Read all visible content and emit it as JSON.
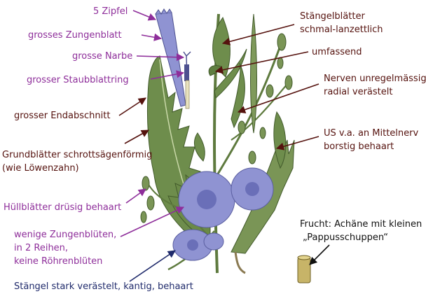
{
  "labels": {
    "zipfel": "5 Zipfel",
    "zungenblatt": "grosses Zungenblatt",
    "narbe": "grosse Narbe",
    "staubblattring": "grosser Staubblattring",
    "endabschnitt": "grosser Endabschnitt",
    "grundblaetter_1": "Grundblätter schrottsägenförmig",
    "grundblaetter_2": "(wie Löwenzahn)",
    "huellblaetter": "Hüllblätter drüsig behaart",
    "zungenblueten_1": "wenige Zungenblüten,",
    "zungenblueten_2": "in 2 Reihen,",
    "zungenblueten_3": "keine Röhrenblüten",
    "staengel": "Stängel stark verästelt, kantig, behaart",
    "staengelblaetter_1": "Stängelblätter",
    "staengelblaetter_2": "schmal-lanzettlich",
    "umfassend": "umfassend",
    "nerven_1": "Nerven unregelmässig",
    "nerven_2": "radial verästelt",
    "us_1": "US v.a. an Mittelnerv",
    "us_2": "borstig behaart",
    "frucht_1": "Frucht: Achäne mit kleinen",
    "frucht_2": "„Pappusschuppen“"
  },
  "colors": {
    "purple_text": "#8e2e9a",
    "dark_red_text": "#55120e",
    "navy_text": "#1f2a6b",
    "black_text": "#111111",
    "flower": "#8f93d2",
    "leaf": "#6e8d4c",
    "stem": "#5e7a3e"
  }
}
